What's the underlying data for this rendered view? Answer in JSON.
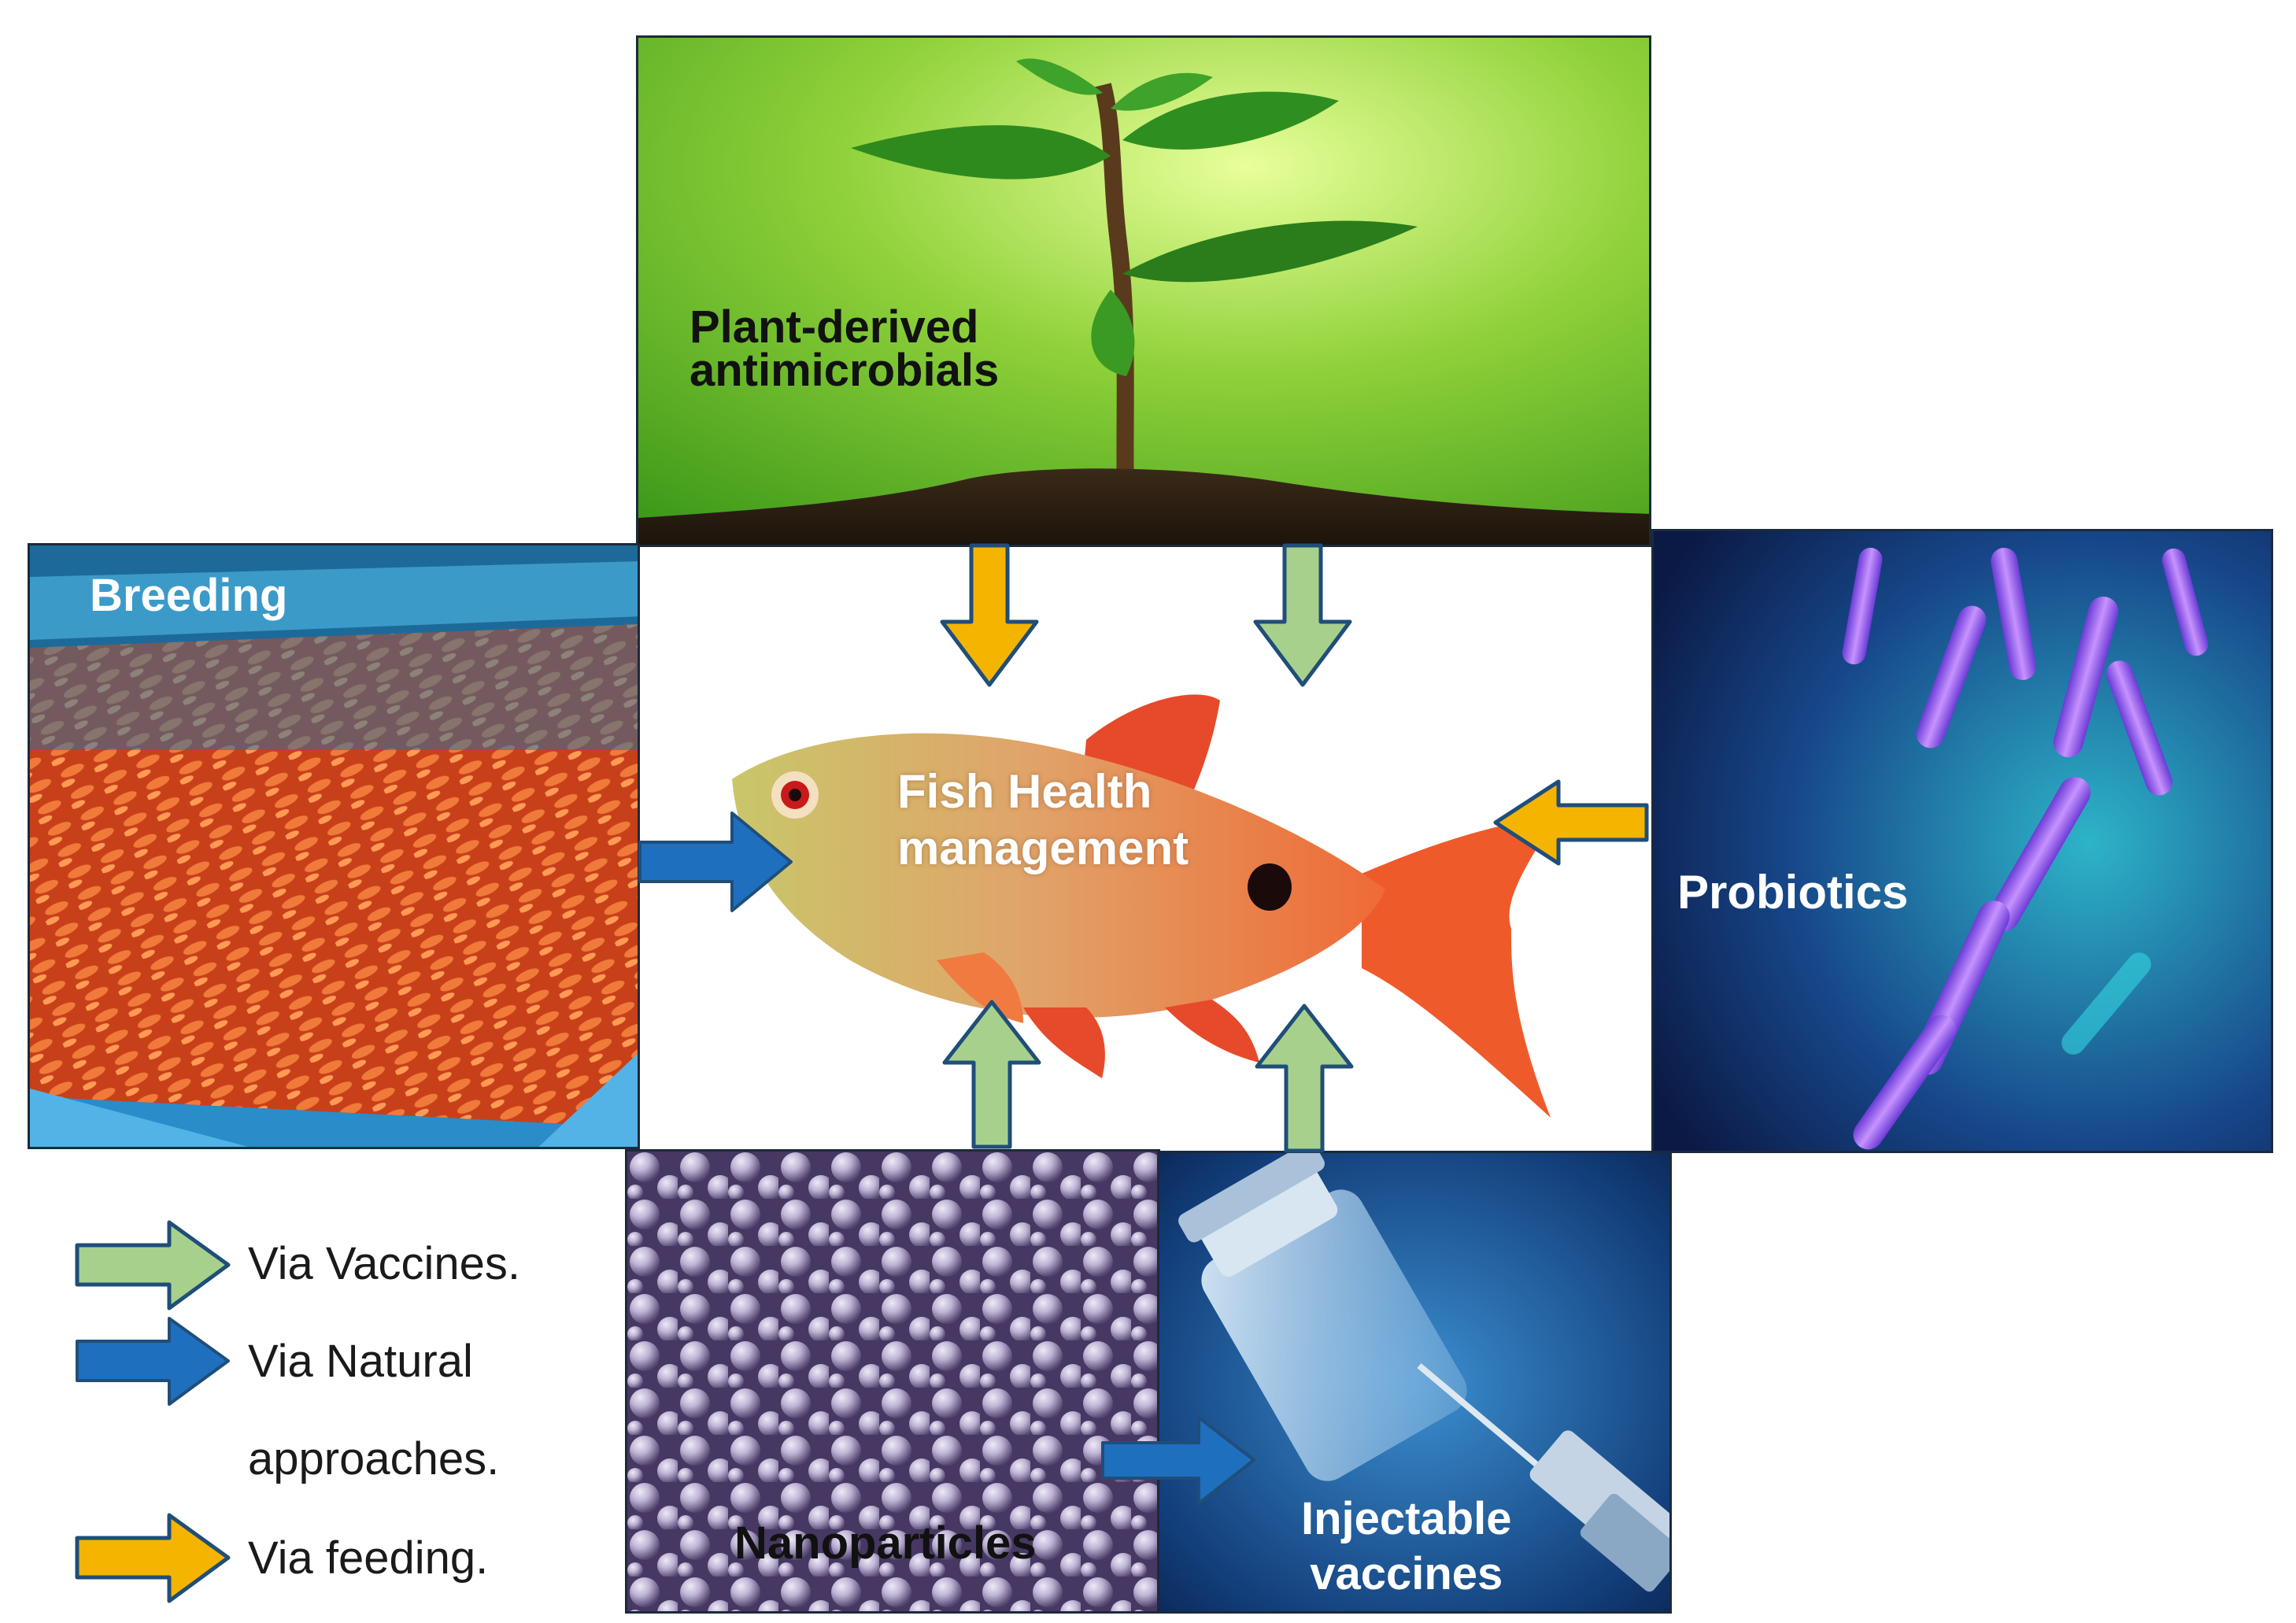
{
  "center": {
    "title_line1": "Fish Health",
    "title_line2": "management"
  },
  "panels": {
    "plant": {
      "label_line1": "Plant-derived",
      "label_line2": "antimicrobials"
    },
    "breeding": {
      "label": "Breeding"
    },
    "probiotics": {
      "label": "Probiotics"
    },
    "nanoparticles": {
      "label": "Nanoparticles"
    },
    "vaccines": {
      "label_line1": "Injectable",
      "label_line2": "vaccines"
    }
  },
  "legend": {
    "vaccines": "Via Vaccines.",
    "natural_line1": "Via Natural",
    "natural_line2": "approaches.",
    "feeding": "Via feeding."
  },
  "colors": {
    "vaccines_arrow": "#a8d08d",
    "natural_arrow": "#1f6fbf",
    "feeding_arrow": "#f5b400",
    "arrow_outline": "#1f4e79"
  }
}
